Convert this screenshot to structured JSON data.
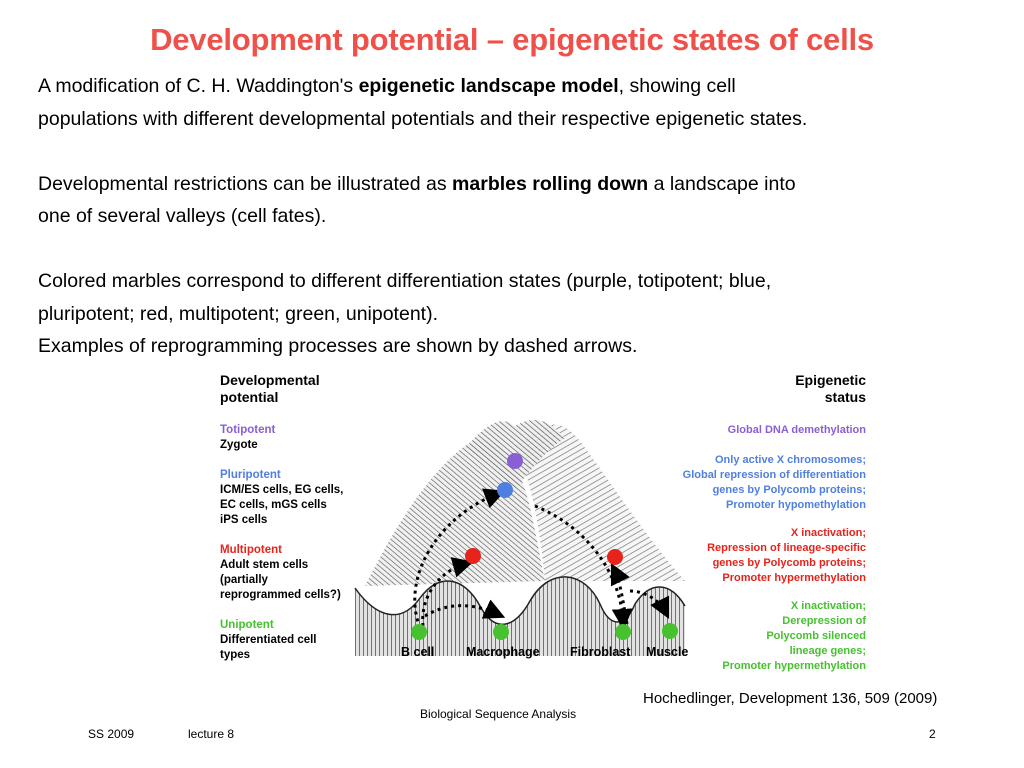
{
  "slide": {
    "title": "Development potential – epigenetic states of cells",
    "p1_pre": "A modification of C. H. Waddington's ",
    "p1_bold": "epigenetic landscape model",
    "p1_post": ", showing cell",
    "p1_line2": "populations with different developmental potentials and their respective epigenetic states.",
    "p2_pre": "Developmental restrictions can be illustrated as ",
    "p2_bold": "marbles rolling down",
    "p2_post": " a landscape into",
    "p2_line2": "one of several valleys (cell fates).",
    "p3_line1": "Colored marbles correspond to different differentiation states (purple, totipotent; blue,",
    "p3_line2": "pluripotent; red, multipotent; green, unipotent).",
    "p4": "Examples of reprogramming processes are shown by dashed arrows."
  },
  "figure": {
    "left_header": [
      "Developmental",
      "potential"
    ],
    "right_header": [
      "Epigenetic",
      "status"
    ],
    "levels": [
      {
        "name": "Totipotent",
        "color": "#8a5fd6",
        "cells": [
          "Zygote"
        ],
        "status": [
          "Global DNA demethylation"
        ]
      },
      {
        "name": "Pluripotent",
        "color": "#4f7fe0",
        "cells": [
          "ICM/ES cells, EG cells,",
          "EC cells, mGS cells",
          "iPS cells"
        ],
        "status": [
          "Only active X chromosomes;",
          "Global repression of differentiation",
          "genes by Polycomb proteins;",
          "Promoter hypomethylation"
        ]
      },
      {
        "name": "Multipotent",
        "color": "#e8231c",
        "cells": [
          "Adult stem cells",
          "(partially",
          "reprogrammed cells?)"
        ],
        "status": [
          "X inactivation;",
          "Repression of lineage-specific",
          "genes by Polycomb proteins;",
          "Promoter hypermethylation"
        ]
      },
      {
        "name": "Unipotent",
        "color": "#47c12f",
        "cells": [
          "Differentiated cell",
          "types"
        ],
        "status": [
          "X inactivation;",
          "Derepression of",
          "Polycomb silenced",
          "lineage genes;",
          "Promoter hypermethylation"
        ]
      }
    ],
    "cell_labels": [
      "B cell",
      "Macrophage",
      "Fibroblast",
      "Muscle"
    ]
  },
  "citation": "Hochedlinger, Development 136, 509 (2009)",
  "footer": {
    "center": "Biological Sequence Analysis",
    "term": "SS 2009",
    "lecture": "lecture 8",
    "page": "2"
  }
}
